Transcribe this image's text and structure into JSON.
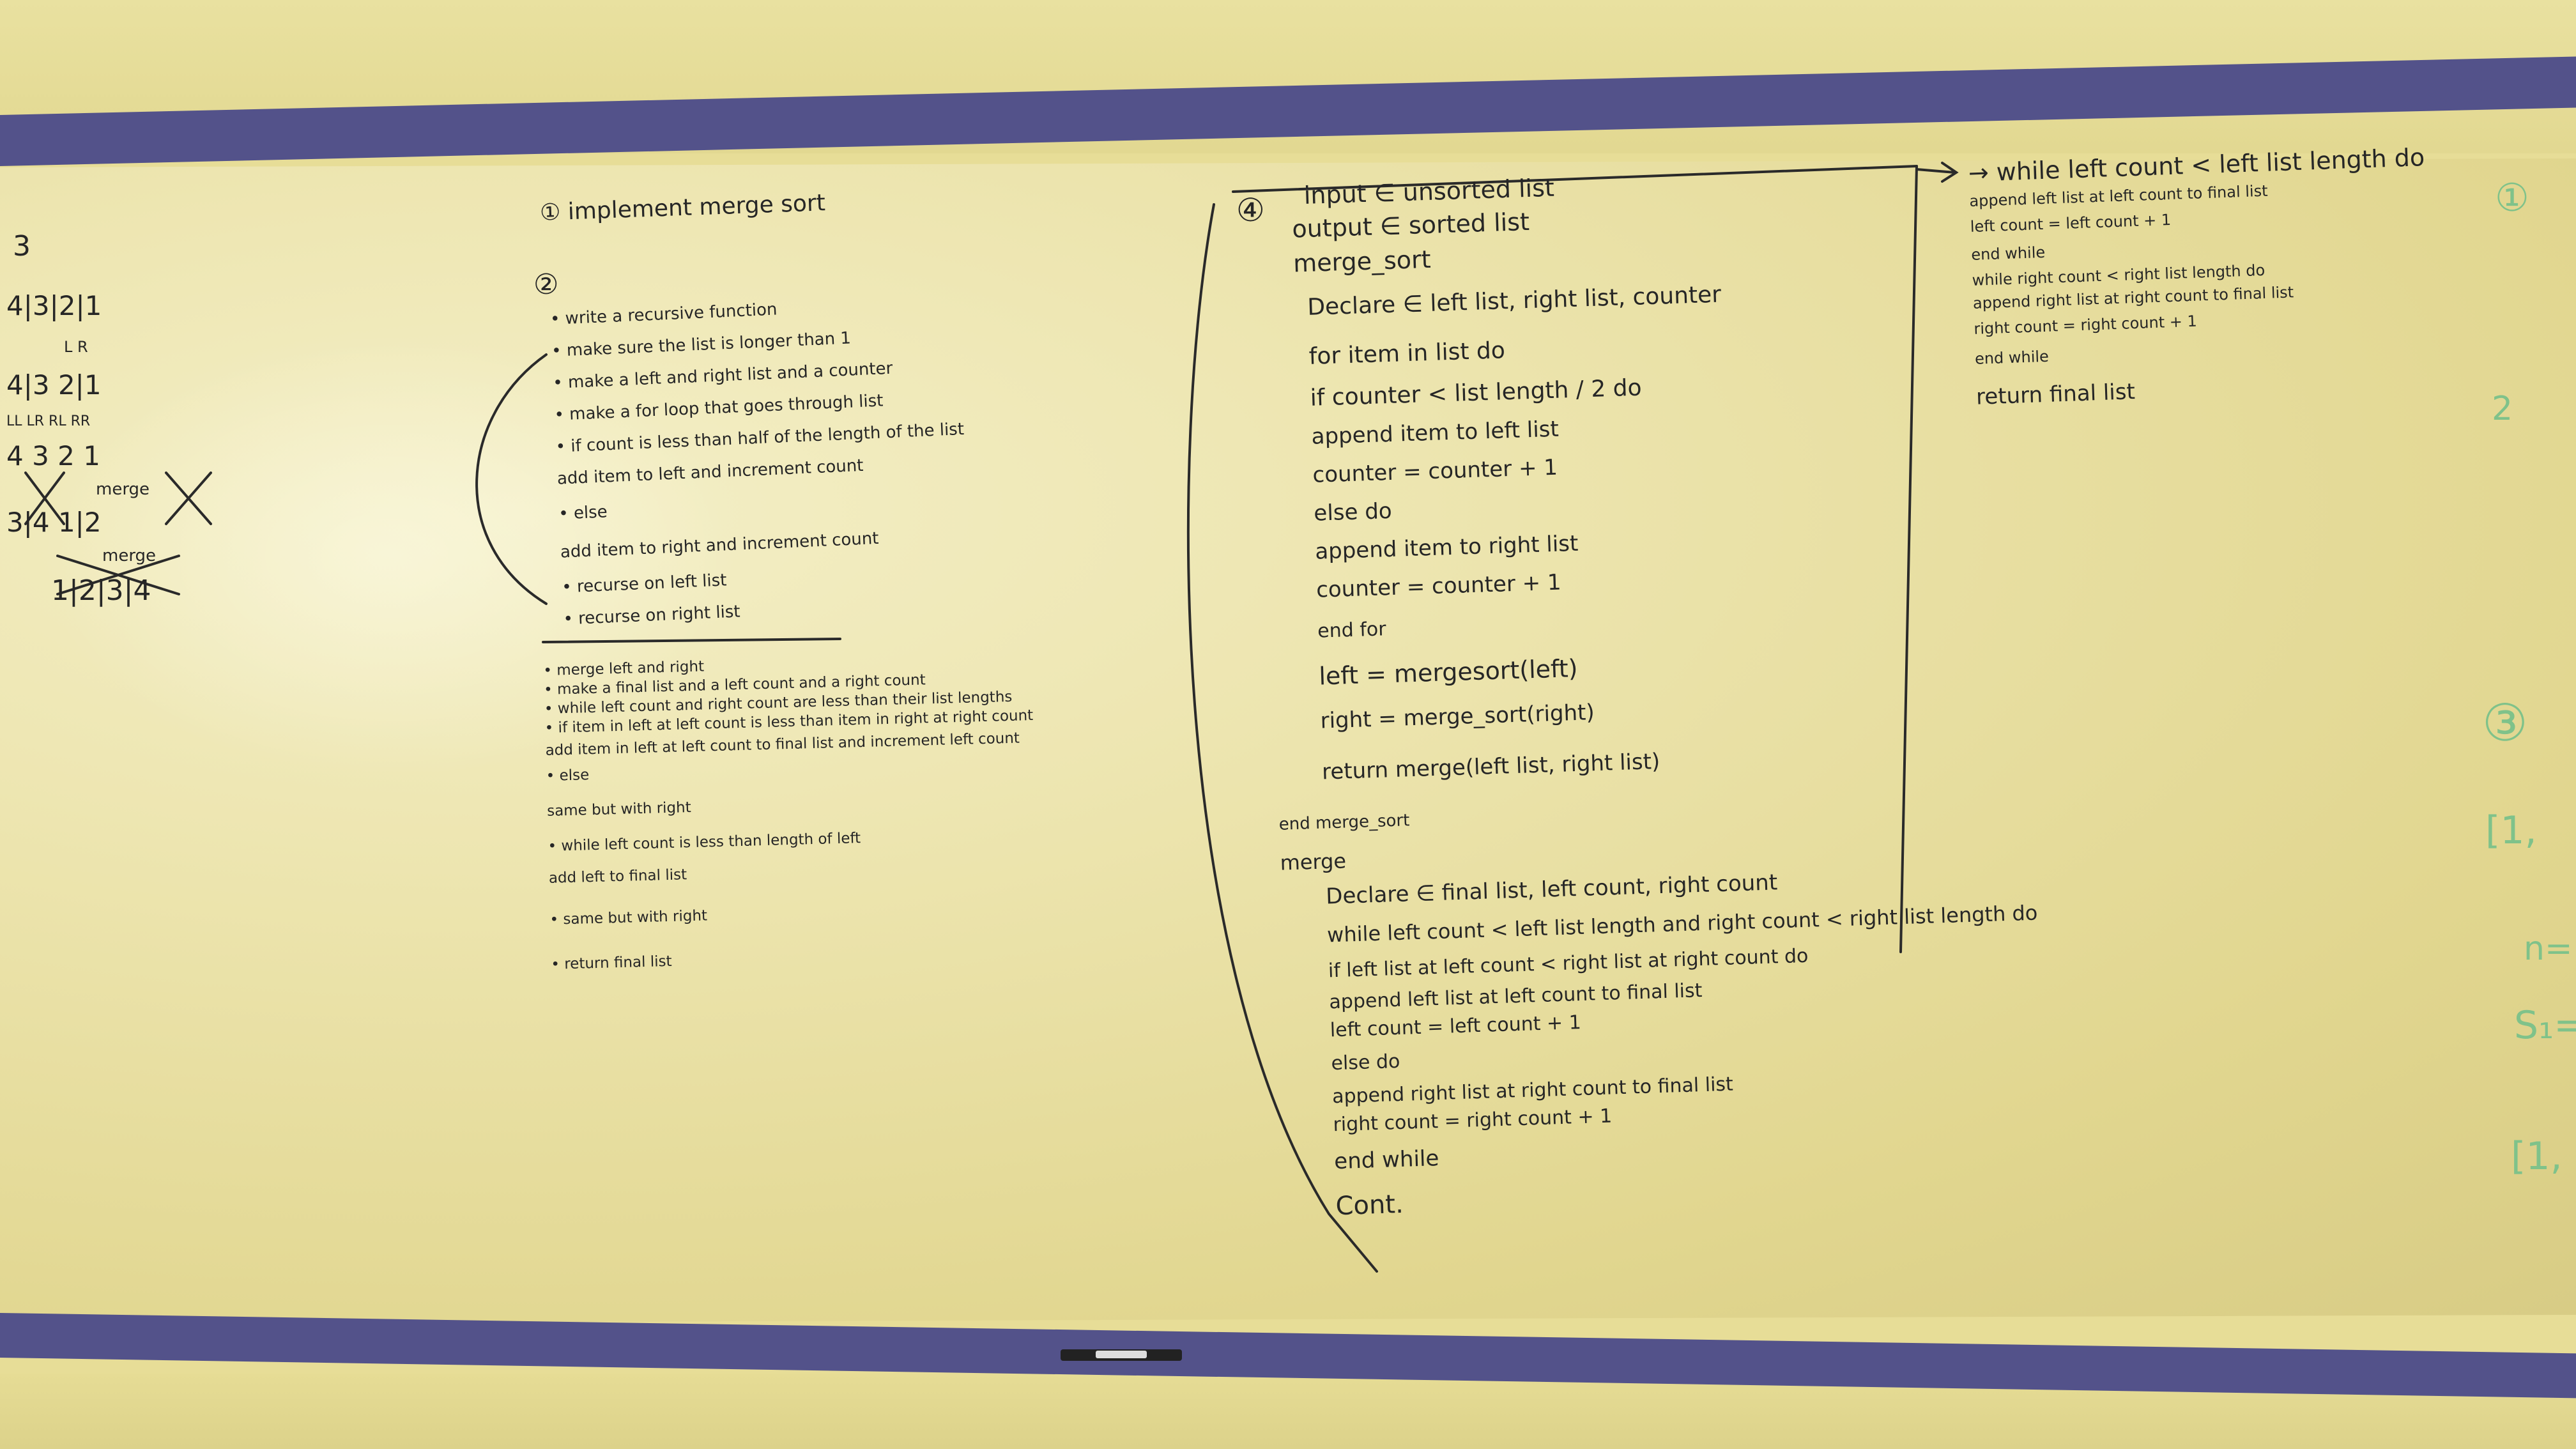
{
  "panel3_label": "3",
  "panel3_rows": [
    "4|3|2|1",
    "L         R",
    "4|3      2|1",
    "LL LR  RL RR",
    "4   3   2   1",
    "merge",
    "3|4     1|2",
    "merge",
    "1|2|3|4"
  ],
  "panel1": {
    "title": "① implement merge sort",
    "step2": "②",
    "items": [
      "• write a recursive function",
      "• make sure the list is longer than 1",
      "• make a left and right list and a counter",
      "• make a for loop that goes through list",
      "• if count is less than half of the length of the list",
      "        add item to left and increment count",
      "• else",
      "        add item to right and increment count",
      "• recurse on left list",
      "• recurse on right list"
    ],
    "merge_items": [
      "• merge left and right",
      "• make a final list and a left count and a right count",
      "• while left count and right count are less than their list lengths",
      "• if item in left at left count is less than item in right at right count",
      "        add item in left at left count to final list and increment left count",
      "• else",
      "        same but with right",
      "• while left count is less than length of left",
      "        add left to final list",
      "• same but with right",
      "• return final list"
    ]
  },
  "panel4": {
    "label": "④",
    "lines": [
      "input ∈ unsorted list",
      "output ∈ sorted list",
      "merge_sort",
      "    Declare ∈ left list, right list, counter",
      "    for item in list do",
      "        if counter < list length / 2 do",
      "            append item to left list",
      "            counter = counter + 1",
      "        else do",
      "            append item to right list",
      "            counter = counter + 1",
      "    end for",
      "    left = mergesort(left)",
      "    right = merge_sort(right)",
      "    return merge(left list, right list)",
      "end merge_sort",
      "merge",
      "    Declare ∈ final list, left count, right count",
      "    while left count < left list length and right count < right list length do",
      "        if left list at left count < right list at right count do",
      "            append left list at left count to final list",
      "            left count = left count + 1",
      "        else do",
      "            append right list at right count to final list",
      "            right count = right count + 1",
      "    end while",
      "    Cont."
    ]
  },
  "panel_cont": {
    "lines": [
      "→ while left count < left list length do",
      "        append left list at left count to final list",
      "        left count = left count + 1",
      "end while",
      "while right count < right list length do",
      "        append right list at right count to final list",
      "        right count = right count + 1",
      "end while",
      "return final list"
    ]
  },
  "edge_notes": [
    "①",
    "2",
    "③",
    "[1,",
    "n=",
    "S₁=",
    "[1,"
  ]
}
